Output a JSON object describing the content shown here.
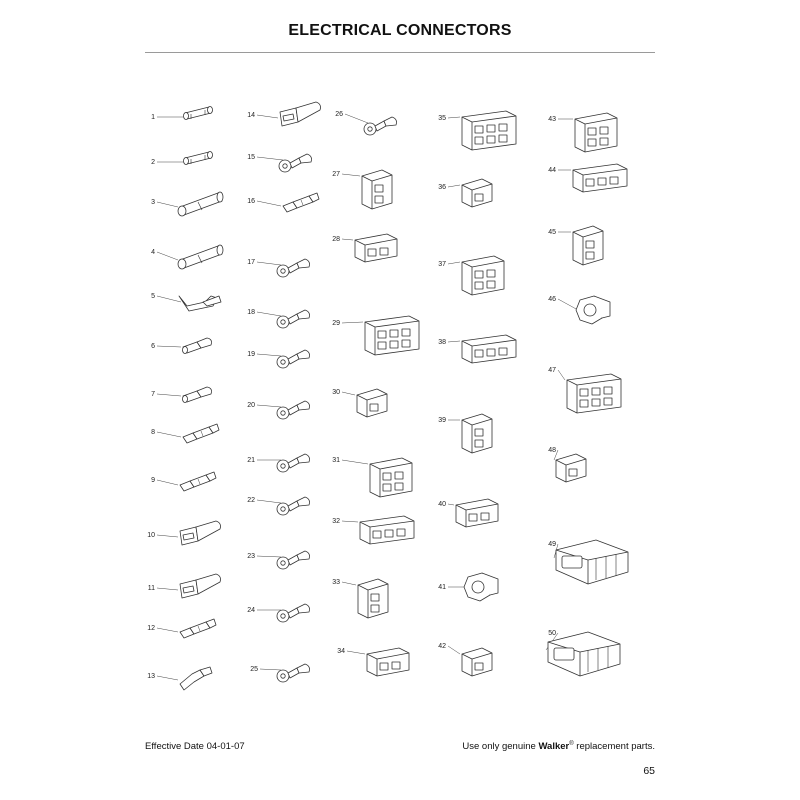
{
  "page": {
    "title": "ELECTRICAL CONNECTORS",
    "effective_date": "Effective Date 04-01-07",
    "notice_prefix": "Use only genuine ",
    "brand": "Walker",
    "brand_mark": "®",
    "notice_suffix": " replacement parts.",
    "page_number": "65"
  },
  "parts": [
    {
      "number": "1",
      "shape": "fuse"
    },
    {
      "number": "2",
      "shape": "fuse"
    },
    {
      "number": "3",
      "shape": "butt-splice"
    },
    {
      "number": "4",
      "shape": "butt-splice"
    },
    {
      "number": "5",
      "shape": "flag-terminal"
    },
    {
      "number": "6",
      "shape": "bullet-terminal"
    },
    {
      "number": "7",
      "shape": "bullet-terminal"
    },
    {
      "number": "8",
      "shape": "spade-terminal"
    },
    {
      "number": "9",
      "shape": "spade-terminal"
    },
    {
      "number": "10",
      "shape": "insulated-spade"
    },
    {
      "number": "11",
      "shape": "insulated-spade"
    },
    {
      "number": "12",
      "shape": "spade-terminal"
    },
    {
      "number": "13",
      "shape": "open-spade"
    },
    {
      "number": "14",
      "shape": "insulated-spade"
    },
    {
      "number": "15",
      "shape": "ring-terminal"
    },
    {
      "number": "16",
      "shape": "spade-terminal"
    },
    {
      "number": "17",
      "shape": "ring-terminal"
    },
    {
      "number": "18",
      "shape": "ring-terminal"
    },
    {
      "number": "19",
      "shape": "ring-terminal"
    },
    {
      "number": "20",
      "shape": "ring-terminal"
    },
    {
      "number": "21",
      "shape": "ring-terminal"
    },
    {
      "number": "22",
      "shape": "ring-terminal"
    },
    {
      "number": "23",
      "shape": "ring-terminal"
    },
    {
      "number": "24",
      "shape": "ring-terminal"
    },
    {
      "number": "25",
      "shape": "ring-terminal"
    },
    {
      "number": "26",
      "shape": "ring-terminal"
    },
    {
      "number": "27",
      "shape": "connector-housing"
    },
    {
      "number": "28",
      "shape": "connector-housing"
    },
    {
      "number": "29",
      "shape": "connector-housing"
    },
    {
      "number": "30",
      "shape": "connector-housing"
    },
    {
      "number": "31",
      "shape": "connector-housing"
    },
    {
      "number": "32",
      "shape": "connector-housing"
    },
    {
      "number": "33",
      "shape": "connector-housing"
    },
    {
      "number": "34",
      "shape": "connector-housing"
    },
    {
      "number": "35",
      "shape": "connector-housing"
    },
    {
      "number": "36",
      "shape": "connector-housing"
    },
    {
      "number": "37",
      "shape": "connector-housing"
    },
    {
      "number": "38",
      "shape": "connector-housing"
    },
    {
      "number": "39",
      "shape": "connector-housing"
    },
    {
      "number": "40",
      "shape": "connector-housing"
    },
    {
      "number": "41",
      "shape": "round-connector"
    },
    {
      "number": "42",
      "shape": "connector-housing"
    },
    {
      "number": "43",
      "shape": "connector-housing"
    },
    {
      "number": "44",
      "shape": "connector-housing"
    },
    {
      "number": "45",
      "shape": "connector-housing"
    },
    {
      "number": "46",
      "shape": "round-connector"
    },
    {
      "number": "47",
      "shape": "connector-housing"
    },
    {
      "number": "48",
      "shape": "connector-housing"
    },
    {
      "number": "49",
      "shape": "sealed-connector"
    },
    {
      "number": "50",
      "shape": "sealed-connector"
    }
  ]
}
